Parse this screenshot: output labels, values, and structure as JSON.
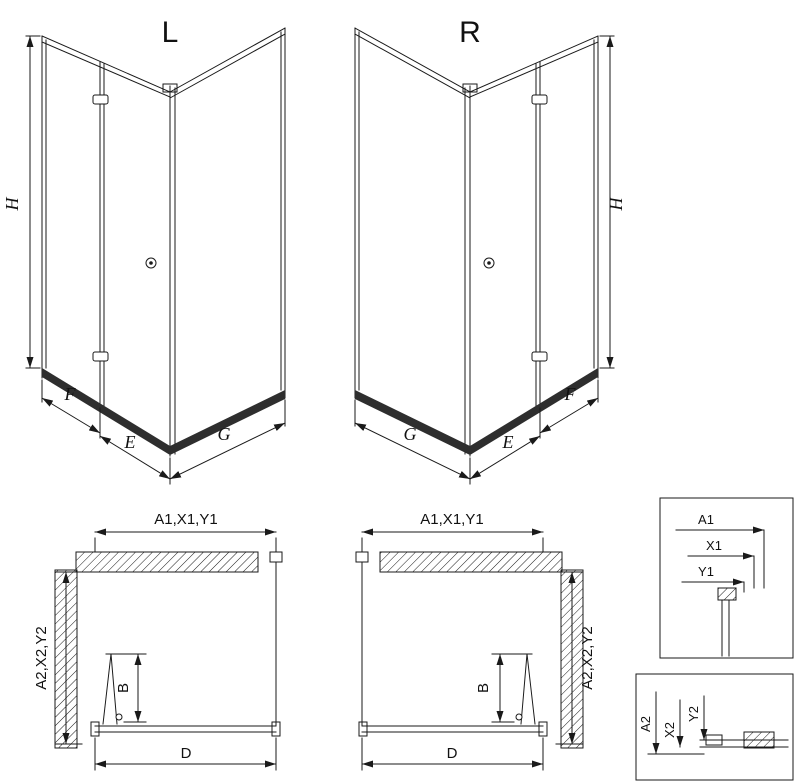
{
  "page": {
    "background": "#ffffff",
    "line_color": "#1a1a1a"
  },
  "figures": {
    "left3d": {
      "variant_label": "L",
      "height_label": "H",
      "fixed_panel_label": "F",
      "door_label": "E",
      "side_panel_label": "G"
    },
    "right3d": {
      "variant_label": "R",
      "height_label": "H",
      "fixed_panel_label": "F",
      "door_label": "E",
      "side_panel_label": "G"
    },
    "plan_left": {
      "top_dim": "A1,X1,Y1",
      "side_dim": "A2,X2,Y2",
      "door_dim": "B",
      "width_dim": "D"
    },
    "plan_right": {
      "top_dim": "A1,X1,Y1",
      "side_dim": "A2,X2,Y2",
      "door_dim": "B",
      "width_dim": "D"
    },
    "detail_top": {
      "dim_a": "A1",
      "dim_x": "X1",
      "dim_y": "Y1"
    },
    "detail_bottom": {
      "dim_a": "A2",
      "dim_x": "X2",
      "dim_y": "Y2"
    }
  }
}
